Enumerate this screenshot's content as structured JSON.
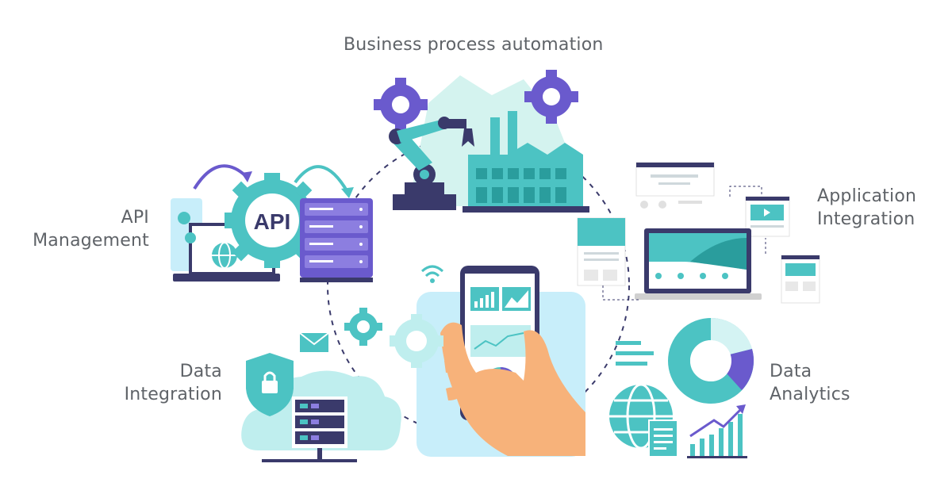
{
  "labels": {
    "bpa": "Business process automation",
    "api_mgmt_1": "API",
    "api_mgmt_2": "Management",
    "app_int_1": "Application",
    "app_int_2": "Integration",
    "data_int_1": "Data",
    "data_int_2": "Integration",
    "data_analytics_1": "Data",
    "data_analytics_2": "Analytics",
    "api_badge": "API"
  },
  "colors": {
    "teal": "#4cc3c3",
    "teal_dark": "#2a9d9d",
    "teal_light": "#bfeeee",
    "purple": "#6a5acd",
    "navy": "#3a3a6b",
    "sky": "#c8eefa",
    "skin": "#f7b27a",
    "gray_text": "#5f6368"
  }
}
